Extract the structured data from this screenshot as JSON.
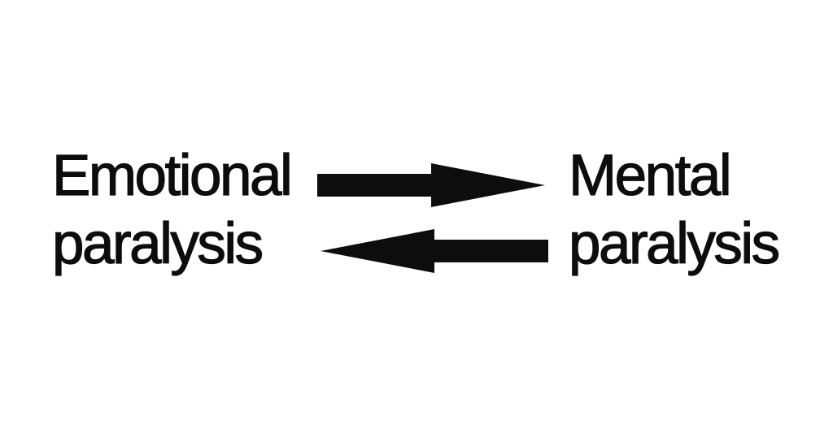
{
  "page": {
    "background_color": "#ffffff"
  },
  "diagram": {
    "text_color": "#0d0d0d",
    "arrow_color": "#0d0d0d",
    "left_node": {
      "line1": "Emotional",
      "line2": "paralysis"
    },
    "right_node": {
      "line1": "Mental",
      "line2": "paralysis"
    },
    "arrows": {
      "top": {
        "direction": "right"
      },
      "bottom": {
        "direction": "left"
      }
    }
  }
}
